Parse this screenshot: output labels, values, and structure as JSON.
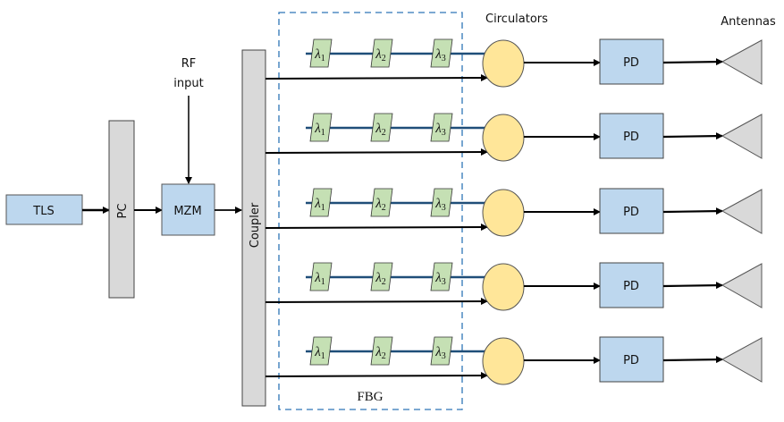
{
  "diagram": {
    "type": "block-diagram",
    "title": "",
    "blocks": {
      "tls": "TLS",
      "pc": "PC",
      "mzm": "MZM",
      "coupler": "Coupler",
      "rf_input": [
        "RF",
        "input"
      ]
    },
    "labels": {
      "circulators": "Circulators",
      "antennas": "Antennas",
      "fbg": "FBG"
    },
    "branches": [
      {
        "gratings": [
          "λ1",
          "λ2",
          "λ3"
        ],
        "detector": "PD"
      },
      {
        "gratings": [
          "λ1",
          "λ2",
          "λ3"
        ],
        "detector": "PD"
      },
      {
        "gratings": [
          "λ1",
          "λ2",
          "λ3"
        ],
        "detector": "PD"
      },
      {
        "gratings": [
          "λ1",
          "λ2",
          "λ3"
        ],
        "detector": "PD"
      },
      {
        "gratings": [
          "λ1",
          "λ2",
          "λ3"
        ],
        "detector": "PD"
      }
    ],
    "colors": {
      "blue_block": "#bdd7ee",
      "gray_block": "#d9d9d9",
      "grating_fill": "#c5e0b4",
      "circulator_fill": "#ffe699",
      "fiber_line": "#1f4e79",
      "fbg_box": "#2e75b6"
    }
  }
}
